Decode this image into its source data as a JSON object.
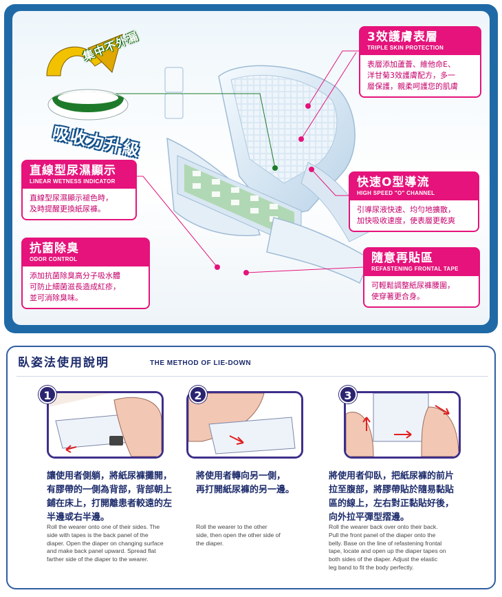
{
  "badge": {
    "top_text": "集中不外漏",
    "bottom_text": "吸收力升級"
  },
  "features": [
    {
      "title": "3效護膚表層",
      "subtitle": "TRIPLE SKIN PROTECTION",
      "lines": [
        "表層添加蘆薈、維他命E、",
        "洋甘菊3效護膚配方，多一",
        "層保護，親柔呵護您的肌膚"
      ]
    },
    {
      "title": "直線型尿濕顯示",
      "subtitle": "LINEAR WETNESS INDICATOR",
      "lines": [
        "直線型尿濕顯示褪色時，",
        "及時提醒更換紙尿褲。"
      ]
    },
    {
      "title": "快速O型導流",
      "subtitle": "HIGH SPEED \"O\" CHANNEL",
      "lines": [
        "引導尿液快速、均勻地擴散，",
        "加快吸收速度，使表層更乾爽"
      ]
    },
    {
      "title": "抗菌除臭",
      "subtitle": "ODOR CONTROL",
      "lines": [
        "添加抗菌除臭高分子吸水體",
        "可防止細菌滋長造成紅疹，",
        "並可消除臭味。"
      ]
    },
    {
      "title": "隨意再貼區",
      "subtitle": "REFASTENING FRONTAL TAPE",
      "lines": [
        "可輕鬆調整紙尿褲腰圍，",
        "使穿著更合身。"
      ]
    }
  ],
  "method": {
    "title": "臥姿法使用說明",
    "subtitle": "THE METHOD OF LIE-DOWN"
  },
  "steps": [
    {
      "number": "1",
      "zh_lines": [
        "讓使用者側躺，將紙尿褲攤開，",
        "有膠帶的一側為背部，背部朝上",
        "鋪在床上，打開離患者較遠的左",
        "半邊或右半邊。"
      ],
      "en_lines": [
        "Roll the wearer onto one of their sides. The",
        "side with tapes is the back panel of the",
        "diaper. Open the diaper on changing surface",
        "and make back panel upward. Spread flat",
        "farther side of the diaper to the wearer."
      ]
    },
    {
      "number": "2",
      "zh_lines": [
        "將使用者轉向另一側，",
        "再打開紙尿褲的另一邊。"
      ],
      "en_lines": [
        "Roll the wearer to the other",
        "side, then open the other side of",
        "the diaper."
      ]
    },
    {
      "number": "3",
      "zh_lines": [
        "將使用者仰臥，把紙尿褲的前片",
        "拉至腹部，將膠帶貼於隨易黏貼",
        "區的線上，左右對正黏貼好後，",
        "向外拉平彈型摺邊。"
      ],
      "en_lines": [
        "Roll the wearer back over onto their back.",
        "Pull the front panel of the diaper onto the",
        "belly. Base on the line of refastening frontal",
        "tape, locate and open up the diaper tapes on",
        "both sides of the diaper. Adjust the elastic",
        "leg band to fit the body perfectly."
      ]
    }
  ],
  "colors": {
    "accent_pink": "#e5137b",
    "frame_blue": "#1f6aa6",
    "navy": "#1c2b6b",
    "badge_green": "#1e7a2a",
    "badge_gold": "#f2c200"
  }
}
